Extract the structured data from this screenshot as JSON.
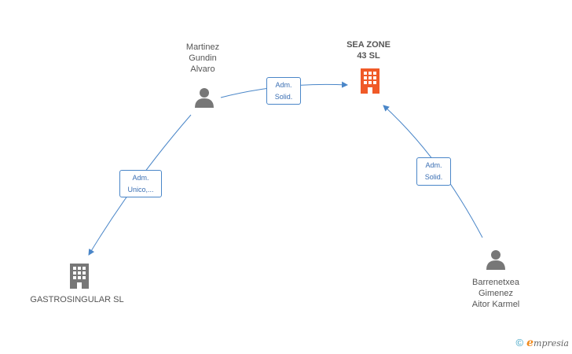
{
  "nodes": {
    "martinez": {
      "lines": [
        "Martinez",
        "Gundin",
        "Alvaro"
      ]
    },
    "seazone": {
      "lines": [
        "SEA ZONE",
        "43 SL"
      ]
    },
    "gastro": {
      "lines": [
        "GASTROSINGULAR SL"
      ]
    },
    "barrenetxea": {
      "lines": [
        "Barrenetxea",
        "Gimenez",
        "Aitor Karmel"
      ]
    }
  },
  "edges": {
    "martinez_seazone": {
      "lines": [
        "Adm.",
        "Solid."
      ]
    },
    "martinez_gastro": {
      "lines": [
        "Adm.",
        "Unico,..."
      ]
    },
    "barrenetxea_seazone": {
      "lines": [
        "Adm.",
        "Solid."
      ]
    }
  },
  "colors": {
    "edge": "#4a86c8",
    "focus_company": "#f05a28",
    "company": "#777777",
    "person": "#777777"
  },
  "footer": {
    "copyright": "©",
    "brand_initial": "e",
    "brand_rest": "mpresia"
  }
}
